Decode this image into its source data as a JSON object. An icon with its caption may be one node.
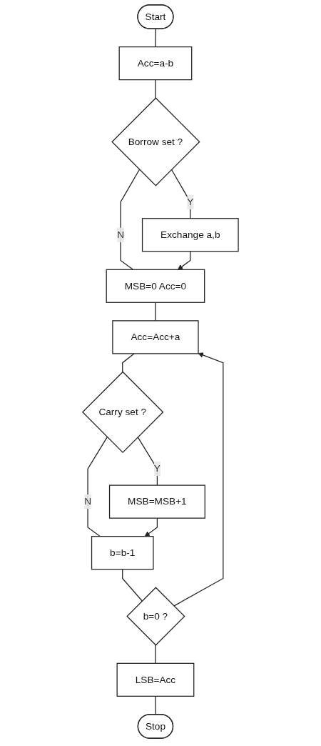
{
  "diagram": {
    "nodes": [
      {
        "text": [
          "Start"
        ]
      },
      {
        "text": [
          "Acc=a-b"
        ]
      },
      {
        "text": [
          "Borrow set ?"
        ]
      },
      {
        "text": [
          "Exchange a,b"
        ]
      },
      {
        "text": [
          "MSB=0 Acc=0"
        ]
      },
      {
        "text": [
          "Acc=Acc+a"
        ]
      },
      {
        "text": [
          "Carry set ?"
        ]
      },
      {
        "text": [
          "MSB=MSB+1"
        ]
      },
      {
        "text": [
          "b=b-1"
        ]
      },
      {
        "text": [
          "b=0 ?"
        ]
      },
      {
        "text": [
          "LSB=Acc"
        ]
      },
      {
        "text": [
          "Stop"
        ]
      }
    ],
    "edges": [
      {
        "from": 0,
        "to": 1,
        "arrow": "none"
      },
      {
        "from": 1,
        "to": 2,
        "arrow": "none"
      },
      {
        "from": 2,
        "to": 3,
        "label": "Y",
        "arrow": "none"
      },
      {
        "from": 2,
        "to": 4,
        "label": "N",
        "arrow": "none"
      },
      {
        "from": 3,
        "to": 4,
        "arrow": "to"
      },
      {
        "from": 4,
        "to": 5,
        "arrow": "none"
      },
      {
        "from": 5,
        "to": 6,
        "arrow": "none"
      },
      {
        "from": 6,
        "to": 7,
        "label": "Y",
        "arrow": "none"
      },
      {
        "from": 6,
        "to": 8,
        "label": "N",
        "arrow": "none"
      },
      {
        "from": 7,
        "to": 8,
        "arrow": "to"
      },
      {
        "from": 8,
        "to": 9,
        "arrow": "none"
      },
      {
        "from": 9,
        "to": 5,
        "arrow": "to"
      },
      {
        "from": 9,
        "to": 10,
        "arrow": "none"
      },
      {
        "from": 10,
        "to": 11,
        "arrow": "none"
      }
    ]
  }
}
